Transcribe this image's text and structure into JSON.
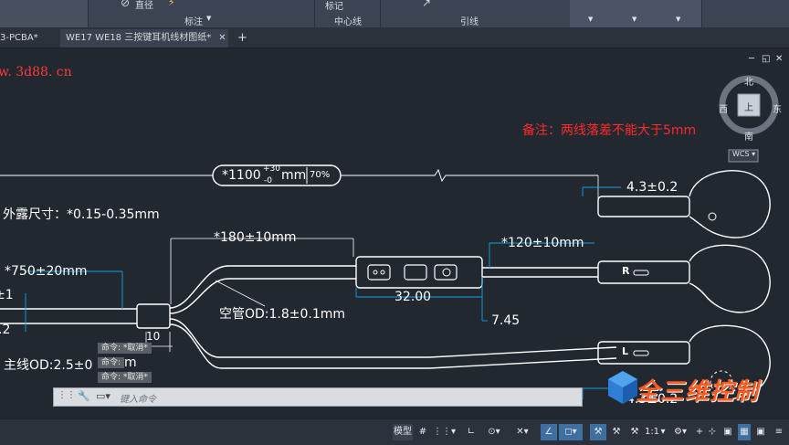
{
  "ribbon": {
    "panels": [
      {
        "label": "直径",
        "sublabel": ""
      },
      {
        "label": "标注",
        "sublabel": ""
      },
      {
        "label": "标记",
        "sublabel": "中心线"
      },
      {
        "label": "引线",
        "sublabel": ""
      }
    ],
    "dropdown_glyph": "▼"
  },
  "tabs": [
    {
      "label": "3-PCBA*",
      "close": ""
    },
    {
      "label": "WE17 WE18 三按键耳机线材图纸*",
      "close": "✕"
    }
  ],
  "new_tab_glyph": "+",
  "viewport": {
    "controls": [
      "─",
      "◱",
      "✕"
    ],
    "compass": {
      "north": "北",
      "south": "南",
      "east": "东",
      "west": "西",
      "top_label": "上"
    },
    "wcs_label": "WCS ▾"
  },
  "drawing": {
    "watermark": "w. 3d88. cn",
    "note": "备注：两线落差不能大于5mm",
    "total_length": "*1100",
    "total_tol_upper": "+30",
    "total_tol_lower": "-0",
    "total_unit": "mm",
    "total_pct": "70%",
    "exposed_size": "外露尺寸：*0.15-0.35mm",
    "dim_180": "*180±10mm",
    "dim_120": "*120±10mm",
    "dim_750": "*750±20mm",
    "dim_43_top": "4.3±0.2",
    "dim_43_bottom": "4.3±0.2",
    "dim_32": "32.00",
    "dim_745": "7.45",
    "dim_10": "10",
    "left_1": "±1",
    "left_2": ".2",
    "tube_od": "空管OD:1.8±0.1mm",
    "main_od": "主线OD:2.5±0",
    "main_od_suffix": "m",
    "earbud_r": "R",
    "earbud_l": "L"
  },
  "command": {
    "history": [
      "命令: *取消*",
      "命令:",
      "命令: *取消*"
    ],
    "placeholder": "键入命令"
  },
  "status": {
    "model_label": "模型",
    "scale_label": "1:1"
  },
  "logo": {
    "text": "全三维控制"
  }
}
